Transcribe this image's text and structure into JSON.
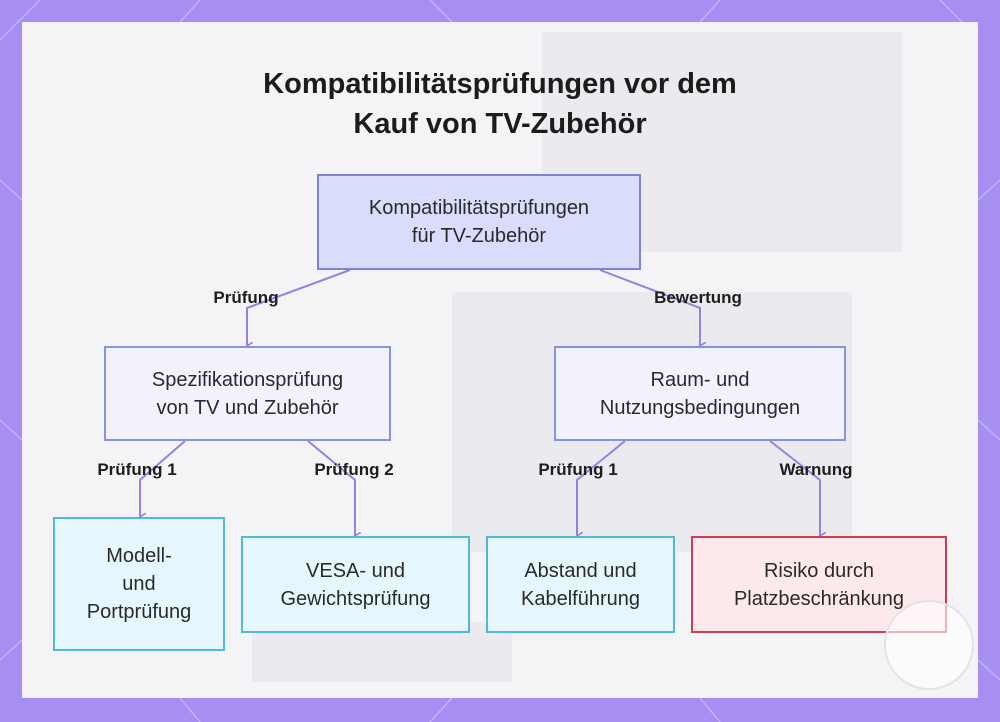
{
  "title": {
    "line1": "Kompatibilitätsprüfungen vor dem",
    "line2": "Kauf von TV-Zubehör"
  },
  "nodes": {
    "root": "Kompatibilitätsprüfungen\nfür TV-Zubehör",
    "spec": "Spezifikationsprüfung\nvon TV und Zubehör",
    "space": "Raum- und\nNutzungsbedingungen",
    "model": "Modell-\nund\nPortprüfung",
    "vesa": "VESA- und\nGewichtsprüfung",
    "distance": "Abstand und\nKabelführung",
    "risk": "Risiko durch\nPlatzbeschränkung"
  },
  "edge_labels": {
    "root_spec": "Prüfung",
    "root_space": "Bewertung",
    "spec_model": "Prüfung 1",
    "spec_vesa": "Prüfung 2",
    "space_distance": "Prüfung 1",
    "space_risk": "Warnung"
  },
  "colors": {
    "frame": "#a68ef2",
    "edge": "#9b7fe0",
    "root_fill": "#d9dcfb",
    "leaf_border": "#52b8d8",
    "warning_border": "#cf3c53"
  }
}
